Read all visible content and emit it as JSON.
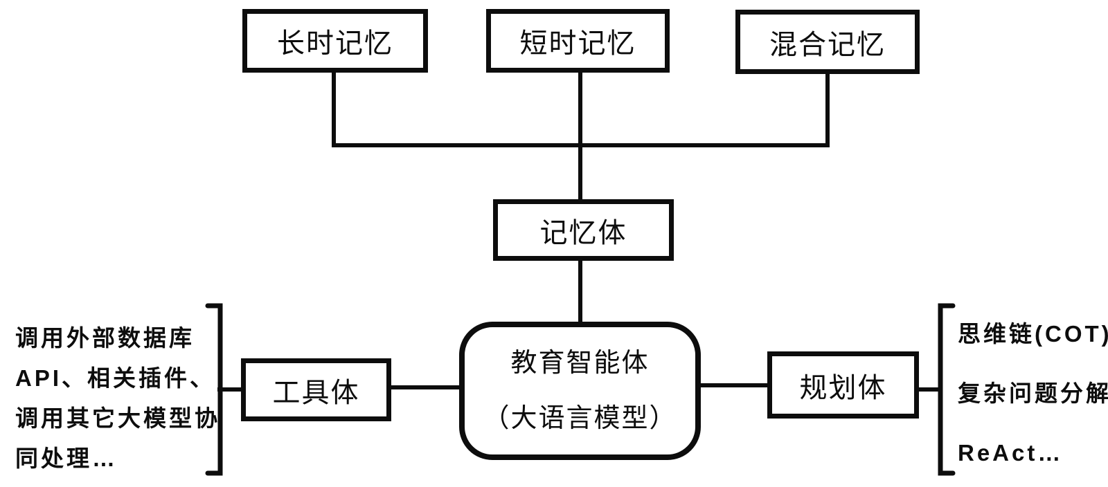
{
  "colors": {
    "ink": "#0d0d0d",
    "background": "#ffffff"
  },
  "nodes": {
    "long_term": {
      "label": "长时记忆"
    },
    "short_term": {
      "label": "短时记忆"
    },
    "hybrid": {
      "label": "混合记忆"
    },
    "memory": {
      "label": "记忆体"
    },
    "agent": {
      "title": "教育智能体",
      "subtitle": "（大语言模型）"
    },
    "tool": {
      "label": "工具体"
    },
    "planning": {
      "label": "规划体"
    }
  },
  "tool_note": {
    "lines": [
      "调用外部数据库",
      "API、相关插件、",
      "调用其它大模型协",
      "同处理…"
    ]
  },
  "planning_note": {
    "lines": [
      "思维链(COT)",
      "复杂问题分解",
      "ReAct…"
    ]
  },
  "edges": [
    "long_term->memory",
    "short_term->memory",
    "hybrid->memory",
    "memory->agent",
    "tool->agent",
    "agent->planning",
    "tool_note->tool",
    "planning->planning_note"
  ]
}
